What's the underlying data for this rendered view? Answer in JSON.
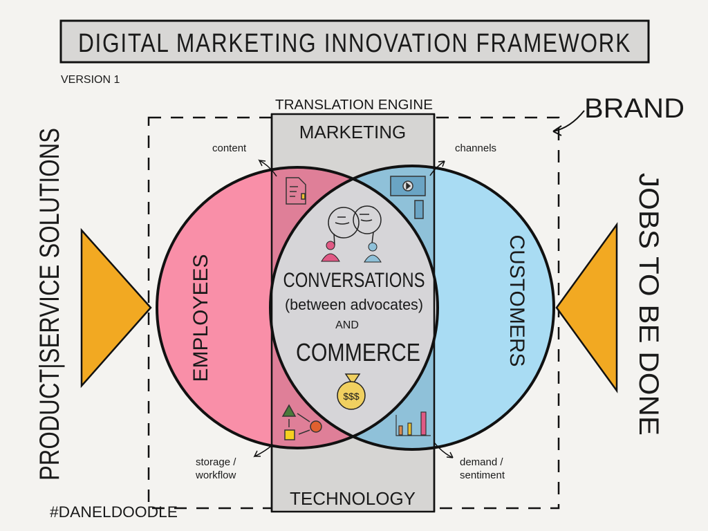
{
  "title": "DIGITAL MARKETING INNOVATION FRAMEWORK",
  "version": "VERSION 1",
  "translation_engine": "TRANSLATION ENGINE",
  "brand": "BRAND",
  "band": {
    "top": "MARKETING",
    "bottom": "TECHNOLOGY"
  },
  "left_side": "PRODUCT|SERVICE SOLUTIONS",
  "right_side": "JOBS TO BE DONE",
  "circles": {
    "left": "EMPLOYEES",
    "right": "CUSTOMERS"
  },
  "center": {
    "line1": "CONVERSATIONS",
    "line2": "(between advocates)",
    "line3": "AND",
    "line4": "COMMERCE",
    "money": "$$$"
  },
  "annotations": {
    "content": "content",
    "channels": "channels",
    "storage": [
      "storage /",
      "workflow"
    ],
    "demand": [
      "demand /",
      "sentiment"
    ]
  },
  "hashtag": "#DANELDOODLE",
  "colors": {
    "employees": "#f98fa8",
    "customers": "#a9dcf3",
    "band": "#d6d5d3",
    "triangle": "#f2a922"
  }
}
